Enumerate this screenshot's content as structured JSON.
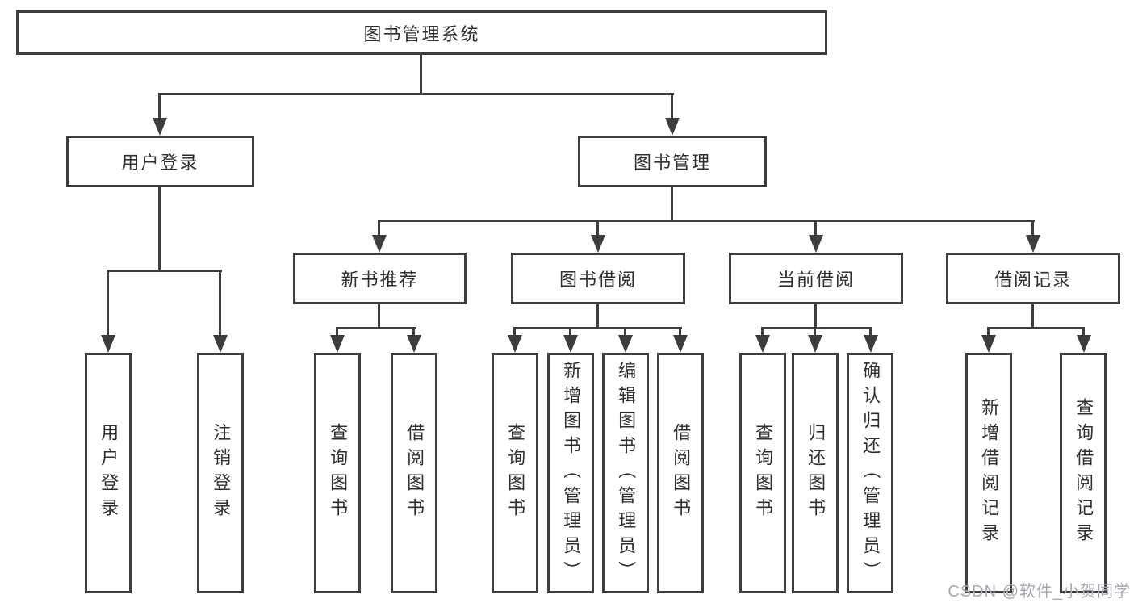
{
  "colors": {
    "line_color": "#3d3d3d",
    "box_border": "#3d3d3d",
    "box_fill": "#ffffff",
    "text_color": "#2f2f2f",
    "watermark_color": "#a7a7b1",
    "background": "#ffffff"
  },
  "watermark": "CSDN @软件_小贺同学",
  "tree": {
    "root": {
      "label": "图书管理系统",
      "children": [
        {
          "label": "用户登录",
          "children": [
            {
              "label": "用户登录"
            },
            {
              "label": "注销登录"
            }
          ]
        },
        {
          "label": "图书管理",
          "children": [
            {
              "label": "新书推荐",
              "children": [
                {
                  "label": "查询图书"
                },
                {
                  "label": "借阅图书"
                }
              ]
            },
            {
              "label": "图书借阅",
              "children": [
                {
                  "label": "查询图书"
                },
                {
                  "label": "新增图书（管理员）"
                },
                {
                  "label": "编辑图书（管理员）"
                },
                {
                  "label": "借阅图书"
                }
              ]
            },
            {
              "label": "当前借阅",
              "children": [
                {
                  "label": "查询图书"
                },
                {
                  "label": "归还图书"
                },
                {
                  "label": "确认归还（管理员）"
                }
              ]
            },
            {
              "label": "借阅记录",
              "children": [
                {
                  "label": "新增借阅记录"
                },
                {
                  "label": "查询借阅记录"
                }
              ]
            }
          ]
        }
      ]
    }
  }
}
